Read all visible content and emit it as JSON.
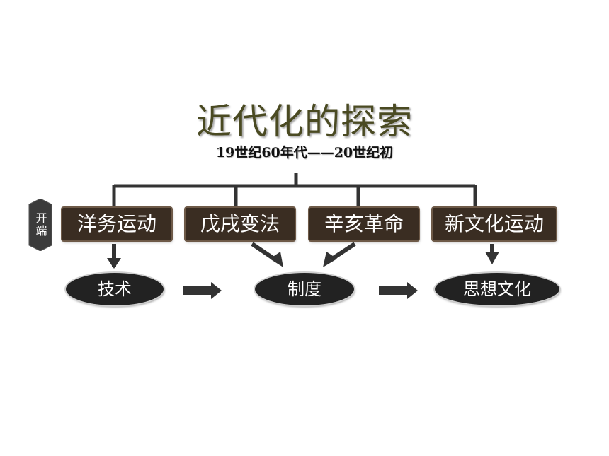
{
  "title": "近代化的探索",
  "subtitle": "19世纪60年代——20世纪初",
  "tag": "开端",
  "events": [
    "洋务运动",
    "戊戌变法",
    "辛亥革命",
    "新文化运动"
  ],
  "stages": [
    "技术",
    "制度",
    "思想文化"
  ],
  "colors": {
    "title": "#4a4a22",
    "event_box": "#3a2d22",
    "ellipse": "#222222",
    "connector": "#333333"
  }
}
